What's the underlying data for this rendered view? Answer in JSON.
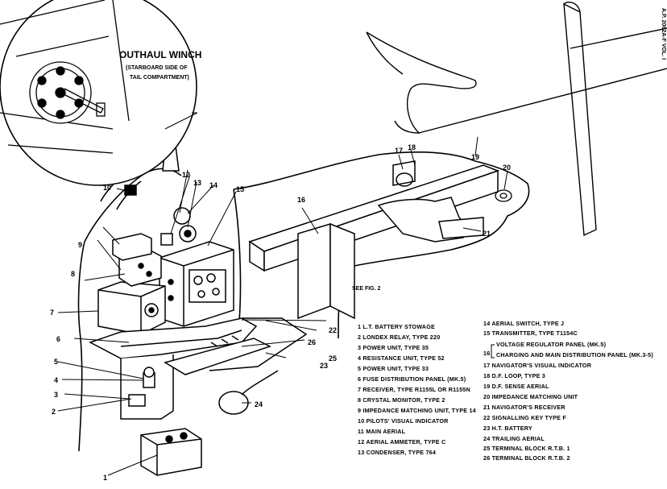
{
  "inset": {
    "title": "OUTHAUL WINCH",
    "subtitle_line1": "(STARBOARD SIDE OF",
    "subtitle_line2": "TAIL COMPARTMENT)"
  },
  "see_fig": "SEE FIG. 2",
  "callouts": [
    "1",
    "2",
    "3",
    "4",
    "5",
    "6",
    "7",
    "8",
    "9",
    "10",
    "12",
    "13",
    "14",
    "15",
    "16",
    "17",
    "18",
    "19",
    "20",
    "21",
    "22",
    "23",
    "24",
    "25",
    "26"
  ],
  "legend_left": [
    "1  L.T. BATTERY STOWAGE",
    "2  LONDEX RELAY, TYPE 220",
    "3  POWER UNIT, TYPE 35",
    "4  RESISTANCE UNIT, TYPE 52",
    "5  POWER UNIT, TYPE 33",
    "6  FUSE DISTRIBUTION PANEL (MK.5)",
    "7  RECEIVER, TYPE R1155L OR R1155N",
    "8  CRYSTAL MONITOR, TYPE 2",
    "9  IMPEDANCE MATCHING UNIT, TYPE 14",
    "10 PILOTS' VISUAL INDICATOR",
    "11 MAIN AERIAL",
    "12 AERIAL AMMETER, TYPE C",
    "13 CONDENSER, TYPE 764"
  ],
  "legend_right": [
    "14 AERIAL SWITCH, TYPE J",
    "15 TRANSMITTER, TYPE T1154C",
    "VOLTAGE REGULATOR PANEL (MK.5)",
    "CHARGING AND MAIN DISTRIBUTION PANEL (MK.3-5)",
    "17 NAVIGATOR'S VISUAL INDICATOR",
    "18 D.F. LOOP, TYPE 3",
    "19 D.F. SENSE AERIAL",
    "20 IMPEDANCE MATCHING UNIT",
    "21 NAVIGATOR'S RECEIVER",
    "22 SIGNALLING KEY TYPE F",
    "23 H.T. BATTERY",
    "24 TRAILING AERIAL",
    "25 TERMINAL BLOCK R.T.B. 1",
    "26 TERMINAL BLOCK R.T.B. 2"
  ],
  "legend_16_number": "16",
  "margin_text": "A.P. 2062A-F VOL. I"
}
